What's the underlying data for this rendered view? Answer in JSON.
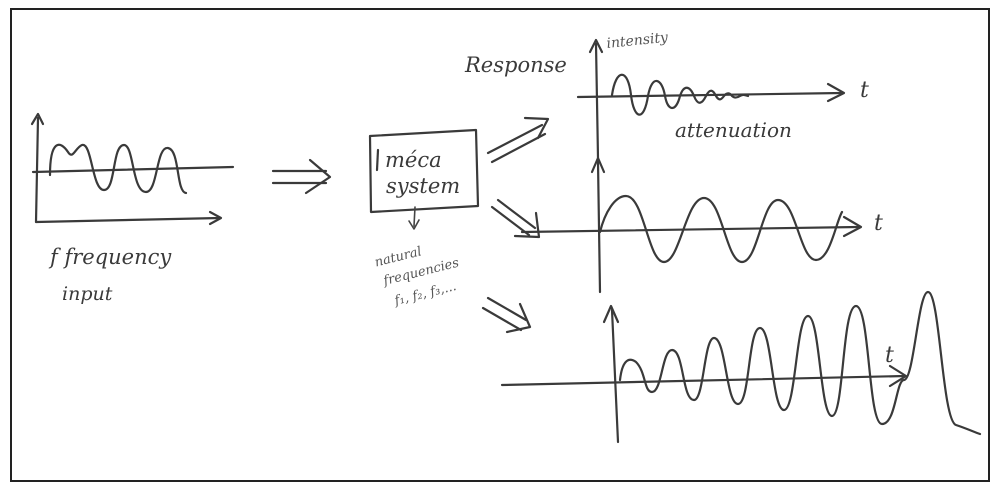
{
  "labels": {
    "input_frequency": "f frequency",
    "input_word": "input",
    "system_line1": "méca",
    "system_line2": "system",
    "natural_line1": "natural",
    "natural_line2": "frequencies",
    "natural_line3": "f₁, f₂, f₃,...",
    "response": "Response",
    "intensity": "intensity",
    "attenuation": "attenuation",
    "t_top": "t",
    "t_mid": "t",
    "t_bottom": "t"
  },
  "colors": {
    "ink": "#3a3a3a",
    "frame": "#222222",
    "background": "#ffffff"
  }
}
